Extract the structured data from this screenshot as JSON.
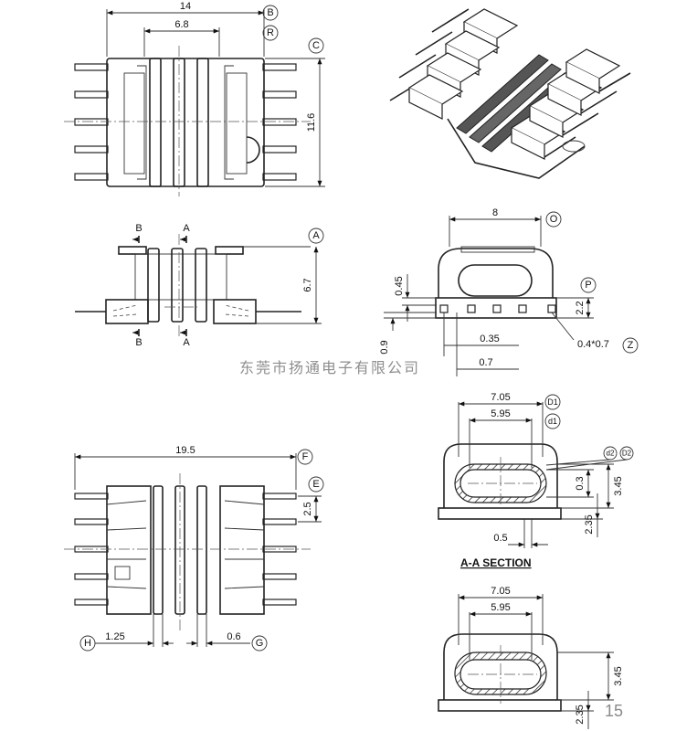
{
  "drawing": {
    "top_view": {
      "width_dim": "14",
      "inner_dim": "6.8",
      "height_dim": "11.6",
      "labels": [
        "B",
        "R",
        "C"
      ]
    },
    "front_view": {
      "height_dim": "6.7",
      "section_marks": [
        "B",
        "A",
        "B",
        "A"
      ],
      "label": "A"
    },
    "end_view": {
      "width_dim": "8",
      "dim_045": "0.45",
      "dim_22": "2.2",
      "dim_09": "0.9",
      "dim_035": "0.35",
      "dim_07": "0.7",
      "pin_dim": "0.4*0.7",
      "labels": [
        "O",
        "P",
        "Z"
      ]
    },
    "bottom_view": {
      "width_dim": "19.5",
      "pitch_dim": "2.5",
      "left_dim": "1.25",
      "right_dim": "0.6",
      "labels": [
        "F",
        "E",
        "H",
        "G"
      ]
    },
    "section_a": {
      "outer_dim": "7.05",
      "inner_dim": "5.95",
      "dim_03": "0.3",
      "dim_345": "3.45",
      "dim_235": "2.35",
      "dim_05": "0.5",
      "labels": [
        "D1",
        "d1",
        "d2",
        "D2"
      ],
      "title": "A-A SECTION"
    },
    "section_b": {
      "outer_dim": "7.05",
      "inner_dim": "5.95",
      "dim_345": "3.45",
      "dim_235": "2.35"
    }
  },
  "watermark": "东莞市扬通电子有限公司",
  "page_number": "15"
}
